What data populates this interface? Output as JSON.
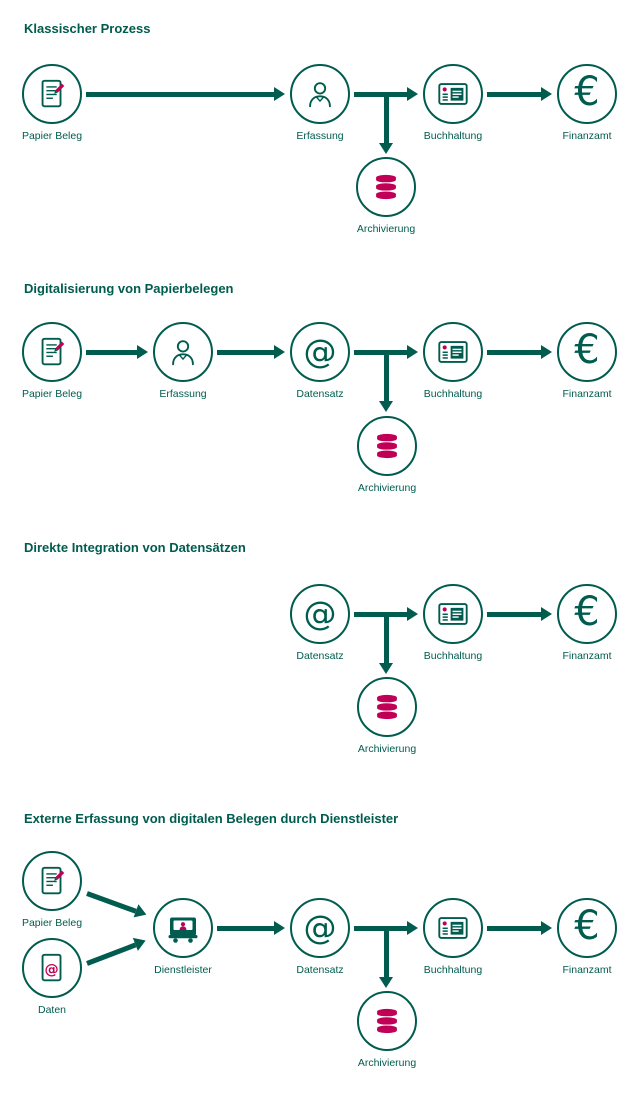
{
  "colors": {
    "teal": "#005C4E",
    "magenta": "#C00056",
    "background": "#FFFFFF"
  },
  "glyphs": {
    "at": "@",
    "euro": "€"
  },
  "sections": [
    {
      "title": "Klassischer Prozess",
      "nodes": {
        "papier_beleg": "Papier Beleg",
        "erfassung": "Erfassung",
        "buchhaltung": "Buchhaltung",
        "finanzamt": "Finanzamt",
        "archivierung": "Archivierung"
      }
    },
    {
      "title": "Digitalisierung von Papierbelegen",
      "nodes": {
        "papier_beleg": "Papier Beleg",
        "erfassung": "Erfassung",
        "datensatz": "Datensatz",
        "buchhaltung": "Buchhaltung",
        "finanzamt": "Finanzamt",
        "archivierung": "Archivierung"
      }
    },
    {
      "title": "Direkte Integration von Datensätzen",
      "nodes": {
        "datensatz": "Datensatz",
        "buchhaltung": "Buchhaltung",
        "finanzamt": "Finanzamt",
        "archivierung": "Archivierung"
      }
    },
    {
      "title": "Externe Erfassung von digitalen Belegen durch Dienstleister",
      "nodes": {
        "papier_beleg": "Papier Beleg",
        "daten": "Daten",
        "dienstleister": "Dienstleister",
        "datensatz": "Datensatz",
        "buchhaltung": "Buchhaltung",
        "finanzamt": "Finanzamt",
        "archivierung": "Archivierung"
      }
    }
  ]
}
